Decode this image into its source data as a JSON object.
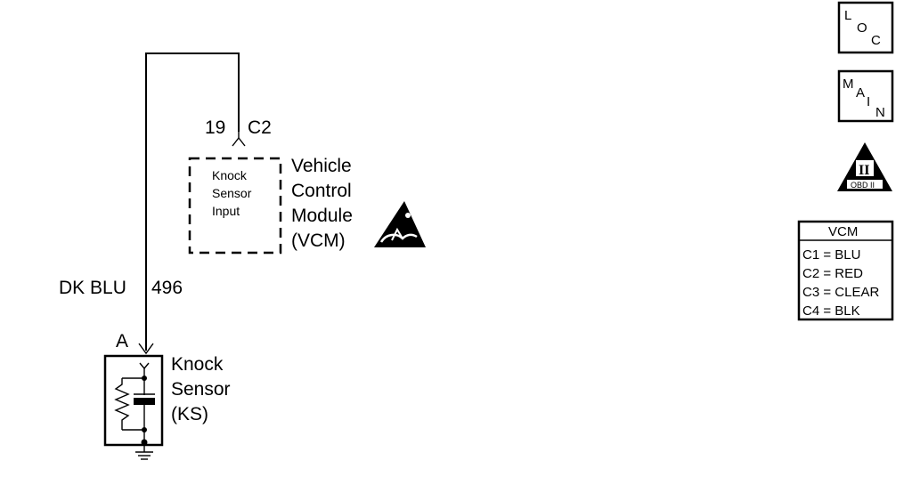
{
  "connector": {
    "pin": "19",
    "id": "C2"
  },
  "vcm_module": {
    "input_lines": [
      "Knock",
      "Sensor",
      "Input"
    ],
    "name_lines": [
      "Vehicle",
      "Control",
      "Module",
      "(VCM)"
    ]
  },
  "wire": {
    "color": "DK BLU",
    "circuit": "496"
  },
  "sensor": {
    "terminal": "A",
    "name_lines": [
      "Knock",
      "Sensor",
      "(KS)"
    ]
  },
  "icons": {
    "loc": [
      "L",
      "O",
      "C"
    ],
    "main": [
      "M",
      "A",
      "I",
      "N"
    ],
    "obd": {
      "numeral": "II",
      "caption": "OBD II"
    }
  },
  "vcm_legend": {
    "title": "VCM",
    "rows": [
      "C1 = BLU",
      "C2 = RED",
      "C3 = CLEAR",
      "C4 = BLK"
    ]
  },
  "colors": {
    "ink": "#000000",
    "paper": "#ffffff"
  }
}
